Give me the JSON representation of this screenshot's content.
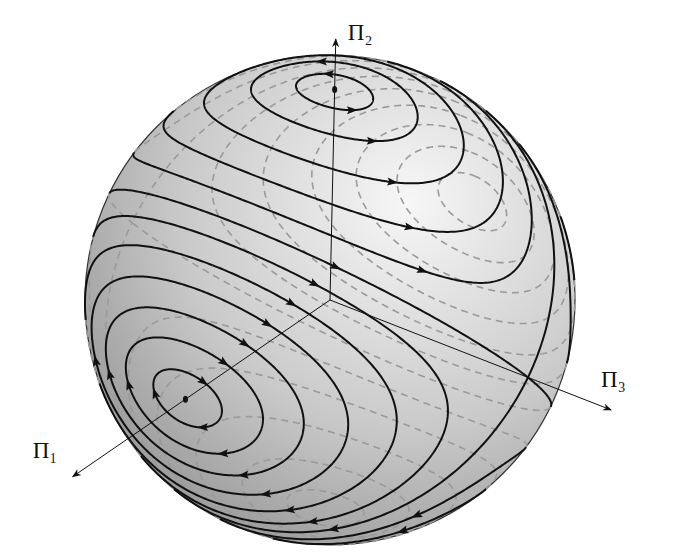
{
  "diagram": {
    "labels": [
      "Π₂",
      "Π₁",
      "Π₃"
    ]
  }
}
